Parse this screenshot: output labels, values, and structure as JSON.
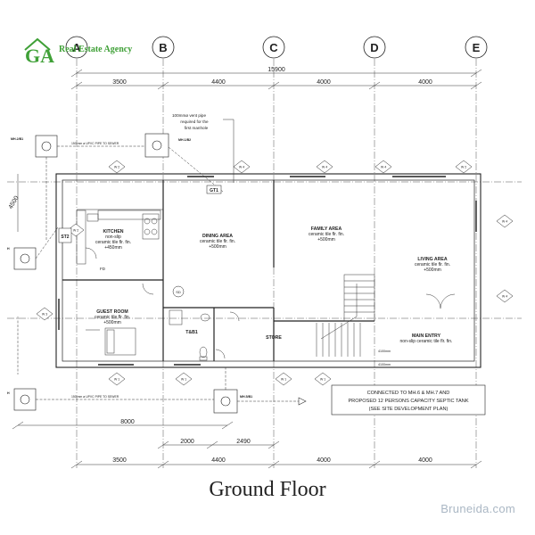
{
  "logo": {
    "text": "GA",
    "subtext": "Real Estate Agency",
    "color": "#3fa037"
  },
  "grid_labels": [
    "A",
    "B",
    "C",
    "D",
    "E"
  ],
  "dimensions": {
    "overall": "15900",
    "top_spans": [
      "3500",
      "4400",
      "4000",
      "4000"
    ],
    "bottom_spans": [
      "3500",
      "4400",
      "4000",
      "4000"
    ],
    "left_overall": "8000",
    "inner_spans": [
      "2000",
      "2490"
    ],
    "left_vertical": "4500",
    "small_offset": "4100mm",
    "small_offset2": "4100mm"
  },
  "rooms": {
    "kitchen": {
      "name": "KITCHEN",
      "finish": "non-slip",
      "finish2": "ceramic tile flr. fin.",
      "level": "+450mm"
    },
    "dining": {
      "name": "DINING AREA",
      "finish": "ceramic tile flr. fin.",
      "level": "+500mm"
    },
    "family": {
      "name": "FAMILY AREA",
      "finish": "ceramic tile flr. fin.",
      "level": "+500mm"
    },
    "living": {
      "name": "LIVING AREA",
      "finish": "ceramic tile flr. fin.",
      "level": "+500mm"
    },
    "guest": {
      "name": "GUEST ROOM",
      "finish": "ceramic tile flr. fin.",
      "level": "+500mm"
    },
    "store": {
      "name": "STORE"
    },
    "toilet": {
      "name": "T&B1"
    },
    "main_entry": {
      "name": "MAIN ENTRY",
      "finish": "non-slip ceramic tile flr. fin."
    }
  },
  "tags": {
    "mh_top_left": "MH.2/B1",
    "mh_top_mid": "MH.1/B2",
    "mh_bottom": "MH.5/B1",
    "h_left": "H",
    "h_bottom": "H",
    "gt": "GT1",
    "st": "ST2",
    "sd": "SD",
    "fd": "FD"
  },
  "notes": {
    "vent": [
      "100mmø vent pipe",
      "required for the",
      "first manhole"
    ],
    "septic": [
      "CONNECTED TO MH.6 & MH.7 AND",
      "PROPOSED 12 PERSONS CAPACITY SEPTIC TANK",
      "(SEE SITE DEVELOPMENT PLAN)"
    ],
    "pipe1": "150 mm ø UPVC PIPE TO SEWER",
    "pipe2": "150 mm ø UPVC PIPE TO SEWER"
  },
  "window_tags": [
    "W 2",
    "W 4",
    "W 4",
    "W 4",
    "W 2",
    "W 4",
    "W 3",
    "W 1",
    "W 1",
    "W 1",
    "W 1",
    "W 2",
    "W 4"
  ],
  "caption": "Ground Floor",
  "watermark": "Bruneida.com"
}
